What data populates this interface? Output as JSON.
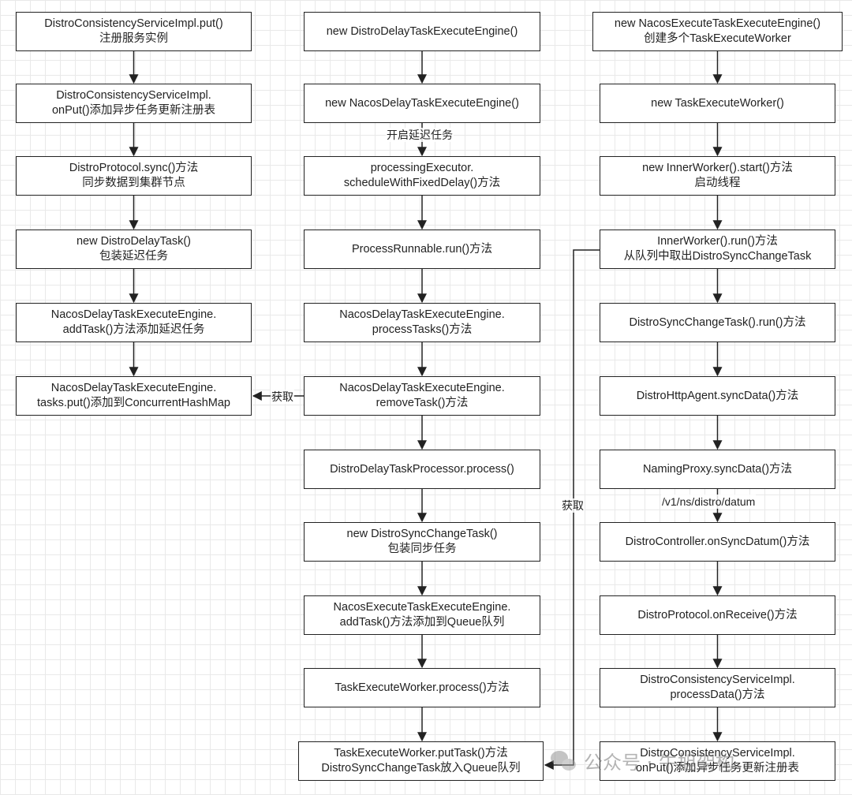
{
  "left": [
    [
      "DistroConsistencyServiceImpl.put()",
      "注册服务实例"
    ],
    [
      "DistroConsistencyServiceImpl.",
      "onPut()添加异步任务更新注册表"
    ],
    [
      "DistroProtocol.sync()方法",
      "同步数据到集群节点"
    ],
    [
      "new DistroDelayTask()",
      "包装延迟任务"
    ],
    [
      "NacosDelayTaskExecuteEngine.",
      "addTask()方法添加延迟任务"
    ],
    [
      "NacosDelayTaskExecuteEngine.",
      "tasks.put()添加到ConcurrentHashMap"
    ]
  ],
  "middle": [
    [
      "new DistroDelayTaskExecuteEngine()"
    ],
    [
      "new NacosDelayTaskExecuteEngine()"
    ],
    [
      "processingExecutor.",
      "scheduleWithFixedDelay()方法"
    ],
    [
      "ProcessRunnable.run()方法"
    ],
    [
      "NacosDelayTaskExecuteEngine.",
      "processTasks()方法"
    ],
    [
      "NacosDelayTaskExecuteEngine.",
      "removeTask()方法"
    ],
    [
      "DistroDelayTaskProcessor.process()"
    ],
    [
      "new DistroSyncChangeTask()",
      "包装同步任务"
    ],
    [
      "NacosExecuteTaskExecuteEngine.",
      "addTask()方法添加到Queue队列"
    ],
    [
      "TaskExecuteWorker.process()方法"
    ],
    [
      "TaskExecuteWorker.putTask()方法",
      "DistroSyncChangeTask放入Queue队列"
    ]
  ],
  "right": [
    [
      "new NacosExecuteTaskExecuteEngine()",
      "创建多个TaskExecuteWorker"
    ],
    [
      "new TaskExecuteWorker()"
    ],
    [
      "new InnerWorker().start()方法",
      "启动线程"
    ],
    [
      "InnerWorker().run()方法",
      "从队列中取出DistroSyncChangeTask"
    ],
    [
      "DistroSyncChangeTask().run()方法"
    ],
    [
      "DistroHttpAgent.syncData()方法"
    ],
    [
      "NamingProxy.syncData()方法"
    ],
    [
      "DistroController.onSyncDatum()方法"
    ],
    [
      "DistroProtocol.onReceive()方法"
    ],
    [
      "DistroConsistencyServiceImpl.",
      "processData()方法"
    ],
    [
      "DistroConsistencyServiceImpl.",
      "onPut()添加异步任务更新注册表"
    ]
  ],
  "labels": {
    "start_delay_task": "开启延迟任务",
    "fetch_left": "获取",
    "fetch_queue": "获取",
    "endpoint": "/v1/ns/distro/datum"
  },
  "watermark": {
    "text": "公众号 · 牛旭架构"
  }
}
